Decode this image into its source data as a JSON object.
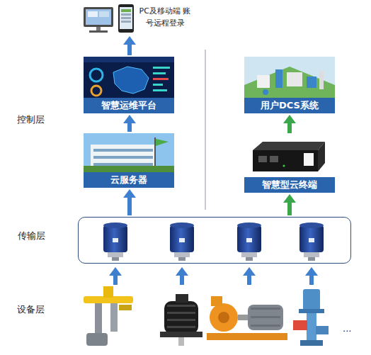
{
  "diagram": {
    "nodes": [
      {
        "text": [
          "PC及移动端 账号远程登录"
        ]
      },
      {
        "text": [
          "智慧运维平台"
        ]
      },
      {
        "text": [
          "云服务器"
        ]
      },
      {
        "text": [
          "用户DCS系统"
        ]
      },
      {
        "text": [
          "智慧型云终端"
        ]
      },
      {
        "text": [
          "传输层"
        ]
      }
    ],
    "edges": [
      {
        "from": 1,
        "to": 0,
        "arrow": "to"
      },
      {
        "from": 2,
        "to": 1,
        "arrow": "to"
      },
      {
        "from": 5,
        "to": 2,
        "arrow": "to"
      },
      {
        "from": 4,
        "to": 3,
        "arrow": "to"
      },
      {
        "from": 5,
        "to": 4,
        "arrow": "to"
      }
    ],
    "labels": [
      "控制层",
      "设备层",
      "..."
    ]
  }
}
